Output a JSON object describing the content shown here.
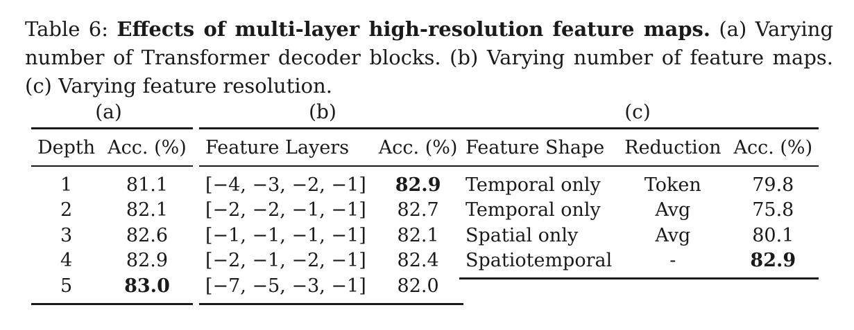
{
  "caption": {
    "prefix": "Table 6: ",
    "title": "Effects of multi-layer high-resolution feature maps.",
    "body": " (a) Varying number of Transformer decoder blocks. (b) Varying number of feature maps. (c) Varying feature resolution."
  },
  "table_a": {
    "label": "(a)",
    "headers": [
      "Depth",
      "Acc. (%)"
    ],
    "rows": [
      [
        "1",
        "81.1"
      ],
      [
        "2",
        "82.1"
      ],
      [
        "3",
        "82.6"
      ],
      [
        "4",
        "82.9"
      ],
      [
        "5",
        "83.0"
      ]
    ]
  },
  "table_b": {
    "label": "(b)",
    "headers": [
      "Feature Layers",
      "Acc. (%)"
    ],
    "rows": [
      [
        "[−4, −3, −2, −1]",
        "82.9"
      ],
      [
        "[−2, −2, −1, −1]",
        "82.7"
      ],
      [
        "[−1, −1, −1, −1]",
        "82.1"
      ],
      [
        "[−2, −1, −2, −1]",
        "82.4"
      ],
      [
        "[−7, −5, −3, −1]",
        "82.0"
      ]
    ]
  },
  "table_c": {
    "label": "(c)",
    "headers": [
      "Feature Shape",
      "Reduction",
      "Acc. (%)"
    ],
    "rows": [
      [
        "Temporal only",
        "Token",
        "79.8"
      ],
      [
        "Temporal only",
        "Avg",
        "75.8"
      ],
      [
        "Spatial only",
        "Avg",
        "80.1"
      ],
      [
        "Spatiotemporal",
        "-",
        "82.9"
      ]
    ]
  }
}
